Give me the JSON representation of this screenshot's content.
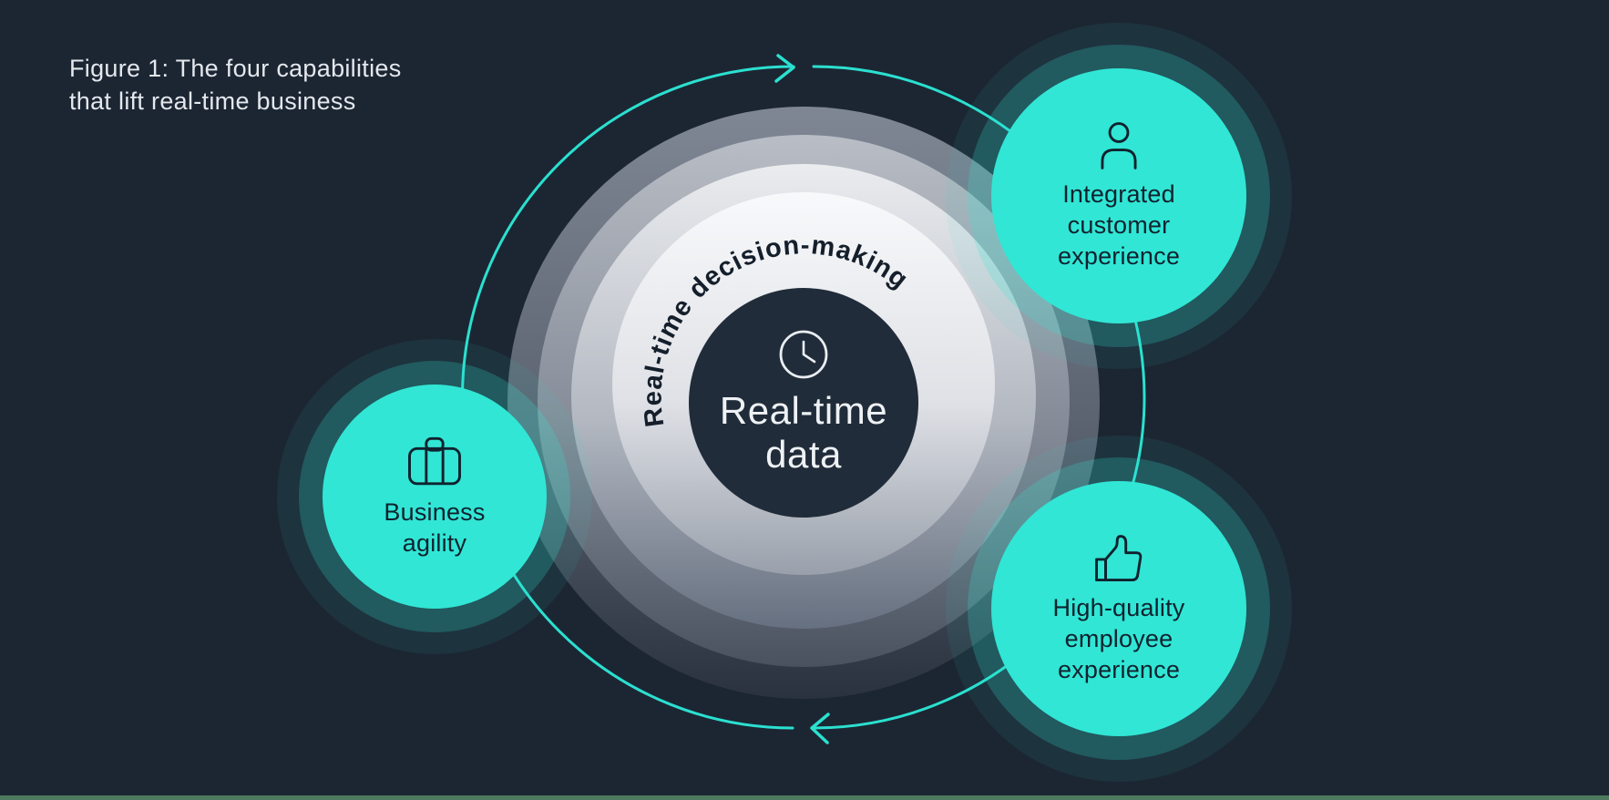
{
  "figure": {
    "title_line1": "Figure 1: The four capabilities",
    "title_line2": "that lift real-time business"
  },
  "center": {
    "icon": "clock-icon",
    "label_line1": "Real-time",
    "label_line2": "data"
  },
  "ring_text": "Real-time decision-making",
  "nodes": [
    {
      "id": "integrated-customer-experience",
      "icon": "person-icon",
      "label_lines": [
        "Integrated",
        "customer",
        "experience"
      ]
    },
    {
      "id": "business-agility",
      "icon": "briefcase-icon",
      "label_lines": [
        "Business",
        "agility"
      ]
    },
    {
      "id": "high-quality-employee-experience",
      "icon": "thumbs-up-icon",
      "label_lines": [
        "High-quality",
        "employee",
        "experience"
      ]
    }
  ],
  "flow": {
    "direction": "clockwise",
    "arrow_count": 2
  },
  "colors": {
    "background": "#1c2633",
    "accent_teal": "#31e6d5",
    "orbit_line": "#2be0d0",
    "core_fill": "#212c3a",
    "dark_text": "#10222e",
    "light_text": "#eef2f5",
    "bottom_strip": "#4d7a5e"
  }
}
